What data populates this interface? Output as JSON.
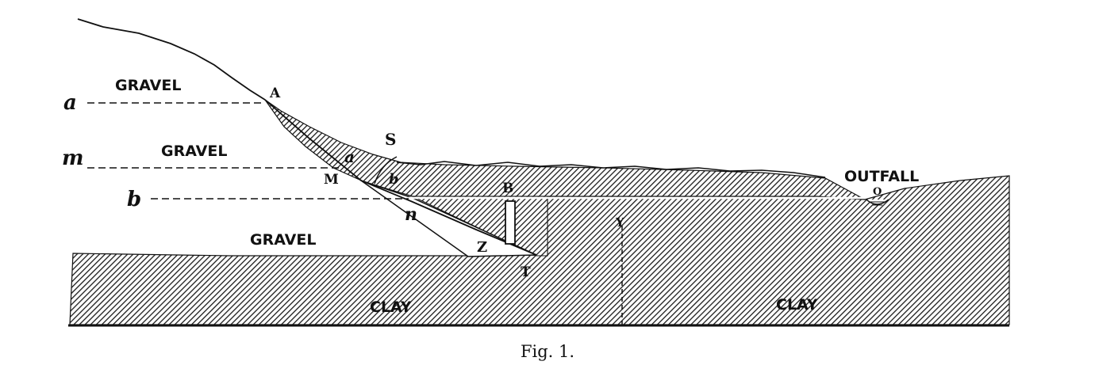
{
  "labels": {
    "gravel_top": "GRAVEL",
    "gravel_middle": "GRAVEL",
    "gravel_bottom": "GRAVEL",
    "clay_left": "CLAY",
    "clay_right": "CLAY",
    "outfall": "OUTFALL",
    "outfall_point": "O",
    "point_a_upper": "A",
    "point_s": "S",
    "point_m_upper": "M",
    "point_b_upper": "B",
    "point_n": "n",
    "point_z": "Z",
    "point_t": "T",
    "point_y": "Y",
    "level_a": "a",
    "level_m": "m",
    "level_b": "b",
    "region_a": "a",
    "region_b": "b"
  },
  "caption": "Fig. 1.",
  "colors": {
    "ink": "#111111",
    "paper": "#ffffff"
  }
}
